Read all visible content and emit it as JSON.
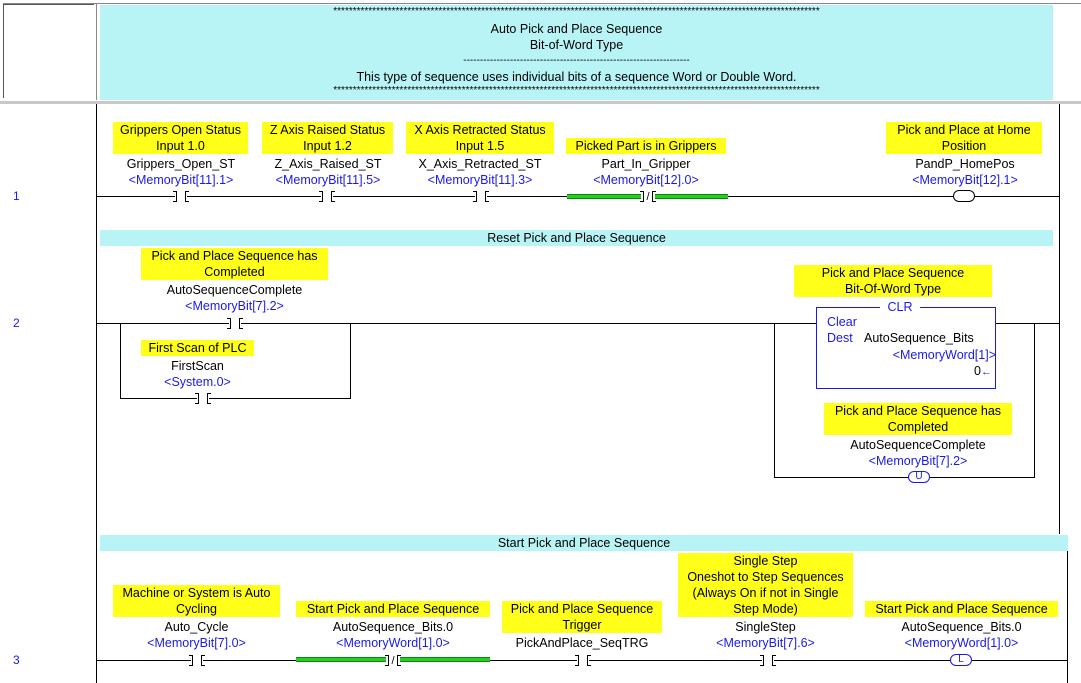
{
  "header": {
    "stars": "*****************************************************************************************************************************",
    "title": "Auto Pick and Place Sequence",
    "subtitle": "Bit-of-Word Type",
    "dashes": "--------------------------------------------------------------------",
    "description": "This type of sequence uses individual bits of a sequence Word or Double Word.",
    "stars2": "*****************************************************************************************************************************"
  },
  "rung1": {
    "number": "1",
    "elements": [
      {
        "comment": "Grippers Open Status\nInput 1.0",
        "tag": "Grippers_Open_ST",
        "address": "<MemoryBit[11].1>"
      },
      {
        "comment": "Z Axis Raised Status\nInput 1.2",
        "tag": "Z_Axis_Raised_ST",
        "address": "<MemoryBit[11].5>"
      },
      {
        "comment": "X Axis Retracted Status\nInput 1.5",
        "tag": "X_Axis_Retracted_ST",
        "address": "<MemoryBit[11].3>"
      },
      {
        "comment": "Picked Part is in Grippers",
        "tag": "Part_In_Gripper",
        "address": "<MemoryBit[12].0>",
        "symbol": "/"
      },
      {
        "comment": "Pick and Place at Home\nPosition",
        "tag": "PandP_HomePos",
        "address": "<MemoryBit[12].1>"
      }
    ]
  },
  "rung2": {
    "number": "2",
    "band": "Reset Pick and Place Sequence",
    "contact1": {
      "comment": "Pick and Place Sequence has\nCompleted",
      "tag": "AutoSequenceComplete",
      "address": "<MemoryBit[7].2>"
    },
    "contact2": {
      "comment": "First Scan of PLC",
      "tag": "FirstScan",
      "address": "<System.0>"
    },
    "clr": {
      "comment": "Pick and Place Sequence\nBit-Of-Word Type",
      "name": "CLR",
      "label_clear": "Clear",
      "label_dest": "Dest",
      "dest_tag": "AutoSequence_Bits",
      "dest_address": "<MemoryWord[1]>",
      "value": "0"
    },
    "coil": {
      "comment": "Pick and Place Sequence has\nCompleted",
      "tag": "AutoSequenceComplete",
      "address": "<MemoryBit[7].2>",
      "symbol": "U"
    }
  },
  "rung3": {
    "number": "3",
    "band": "Start Pick and Place Sequence",
    "elements": [
      {
        "comment": "Machine or System is Auto\nCycling",
        "tag": "Auto_Cycle",
        "address": "<MemoryBit[7].0>"
      },
      {
        "comment": "Start Pick and Place Sequence",
        "tag": "AutoSequence_Bits.0",
        "address": "<MemoryWord[1].0>",
        "symbol": "/"
      },
      {
        "comment": "Pick and Place Sequence\nTrigger",
        "tag": "PickAndPlace_SeqTRG",
        "address": ""
      },
      {
        "comment": "Single Step\nOneshot to Step Sequences\n(Always On if not in Single\nStep Mode)",
        "tag": "SingleStep",
        "address": "<MemoryBit[7].6>"
      },
      {
        "comment": "Start Pick and Place Sequence",
        "tag": "AutoSequence_Bits.0",
        "address": "<MemoryWord[1].0>",
        "symbol": "L"
      }
    ]
  },
  "colors": {
    "comment_bg": "#ffff1a",
    "band_bg": "#b8f4f6",
    "address": "#1a1ae6",
    "powerflow": "#22d022"
  },
  "icons": [
    "contact-no-icon",
    "contact-nc-icon",
    "coil-icon",
    "unlatch-coil-icon",
    "latch-coil-icon"
  ]
}
